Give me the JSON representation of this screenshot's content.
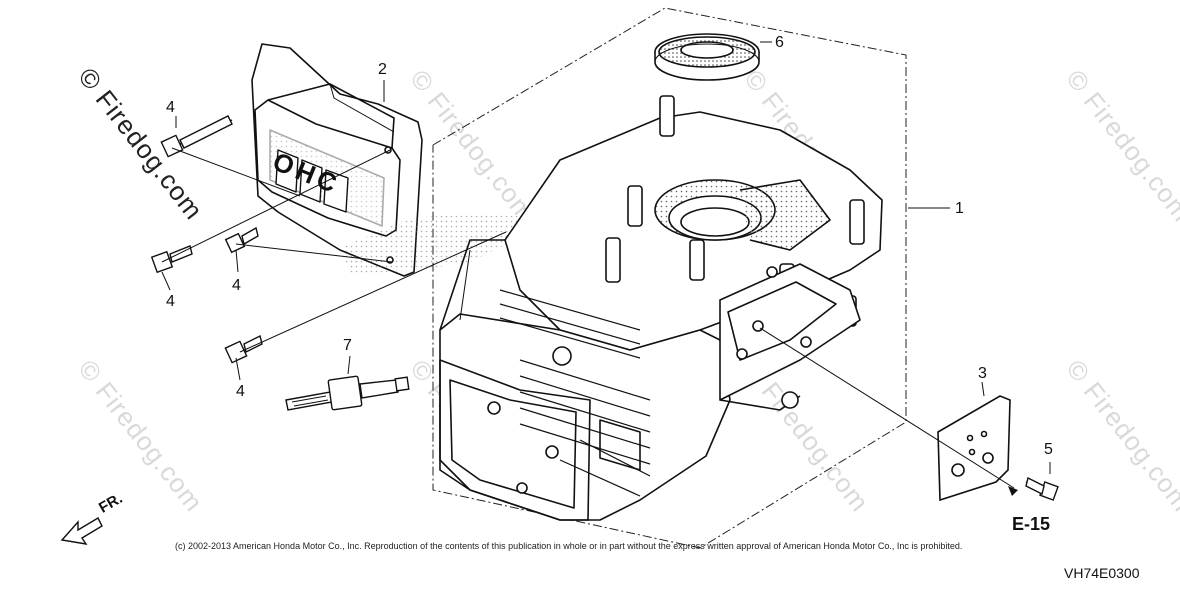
{
  "watermark": "© Firedog.com",
  "callouts": {
    "c1": "1",
    "c2": "2",
    "c3": "3",
    "c4a": "4",
    "c4b": "4",
    "c4c": "4",
    "c4d": "4",
    "c5": "5",
    "c6": "6",
    "c7": "7"
  },
  "cover_text": "OHC",
  "front_label": "FR.",
  "section_ref": "E-15",
  "copyright": "(c) 2002-2013 American Honda Motor Co., Inc. Reproduction of the contents of this publication in whole or in part without the express written approval of American Honda Motor Co., Inc is prohibited.",
  "figure_code": "VH74E0300"
}
